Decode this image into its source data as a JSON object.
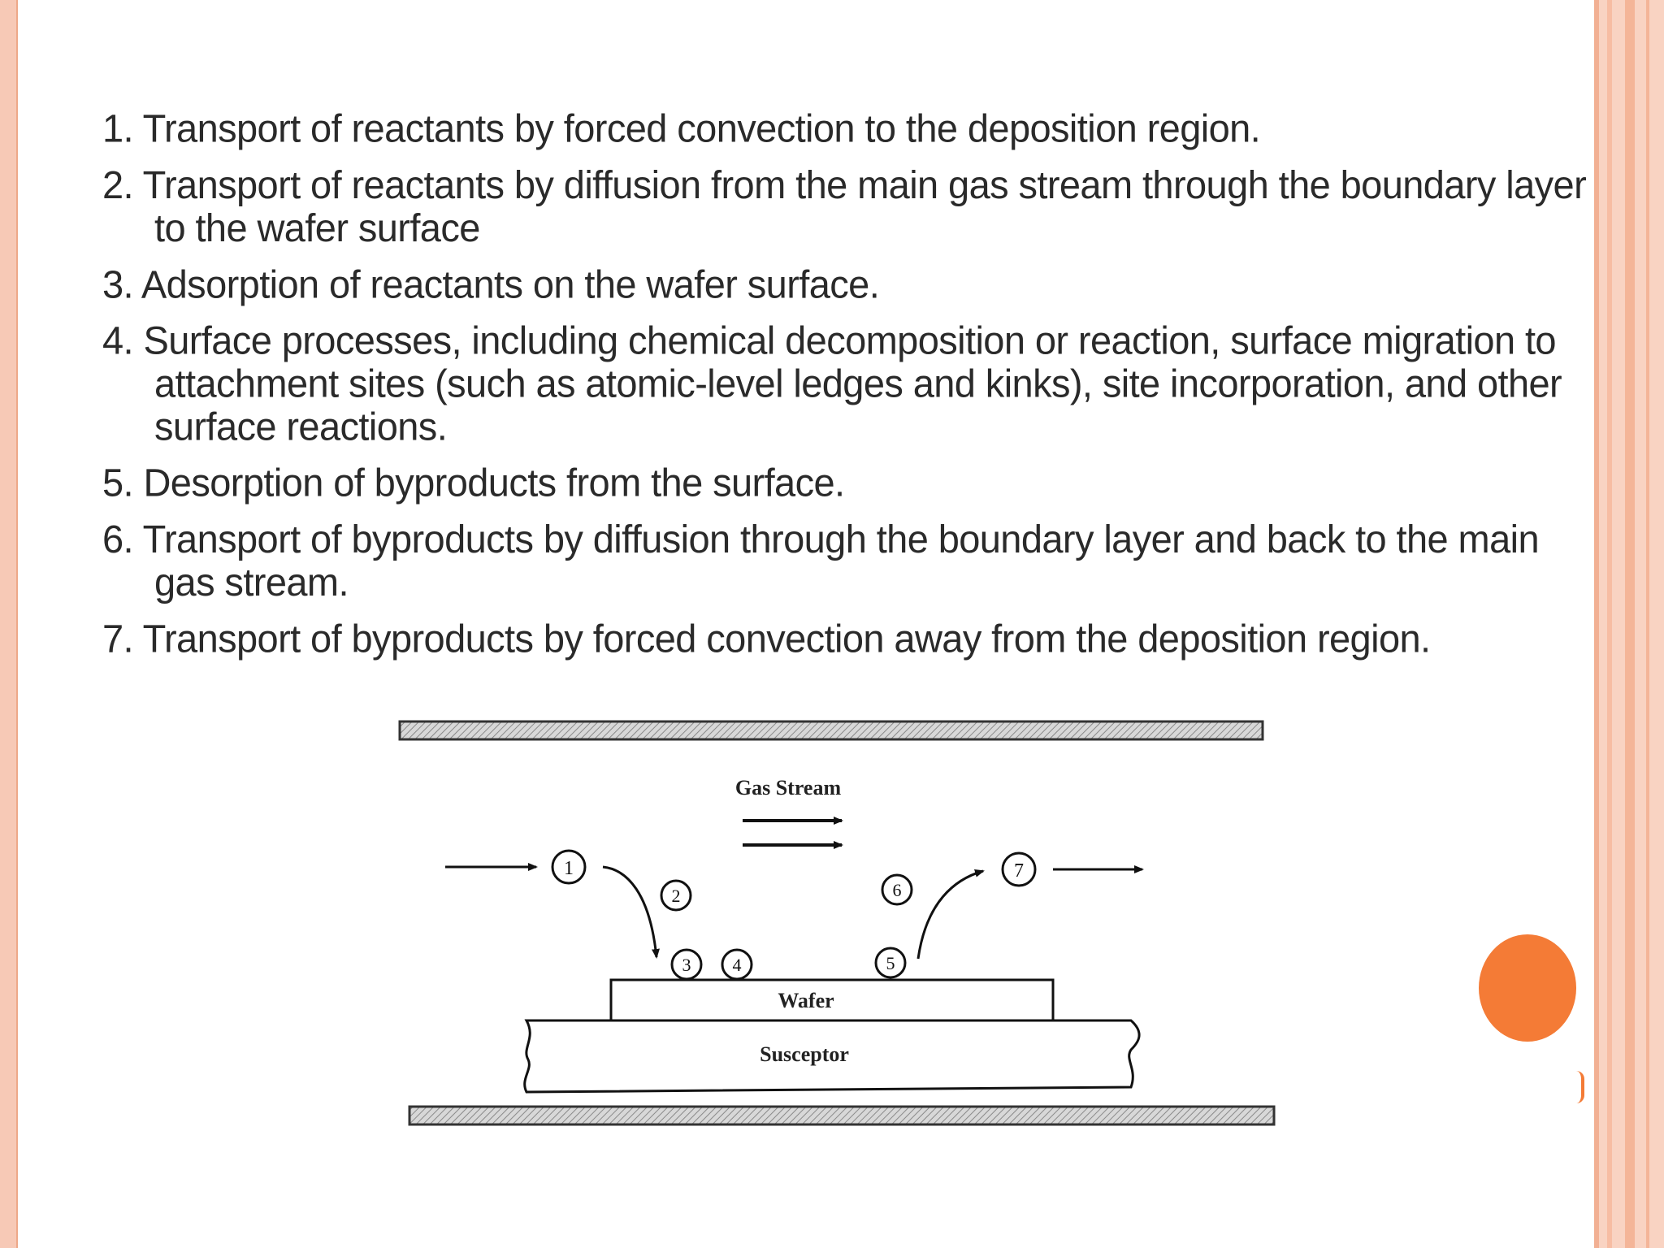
{
  "steps": [
    {
      "num": "1.",
      "text": "Transport of reactants by forced convection to the deposition region."
    },
    {
      "num": "2.",
      "text": "Transport of reactants by diffusion from the main gas stream through the boundary layer to the wafer surface"
    },
    {
      "num": "3.",
      "text": "Adsorption of reactants on the wafer surface."
    },
    {
      "num": "4.",
      "text": "Surface processes, including chemical decomposition or reaction, surface migration to attachment sites (such as atomic-level ledges and kinks), site incorporation, and other surface reactions."
    },
    {
      "num": "5.",
      "text": "Desorption of byproducts from the surface."
    },
    {
      "num": "6.",
      "text": "Transport of byproducts by diffusion through the boundary layer and back to the main gas stream."
    },
    {
      "num": "7.",
      "text": "Transport of byproducts by forced convection away from the deposition region."
    }
  ],
  "diagram": {
    "gas_stream_label": "Gas Stream",
    "wafer_label": "Wafer",
    "susceptor_label": "Susceptor",
    "markers": [
      "1",
      "2",
      "3",
      "4",
      "5",
      "6",
      "7"
    ]
  },
  "colors": {
    "accent_orange": "#f47b36",
    "frame_pink": "#f7c9b6",
    "text": "#2a2a2a"
  }
}
